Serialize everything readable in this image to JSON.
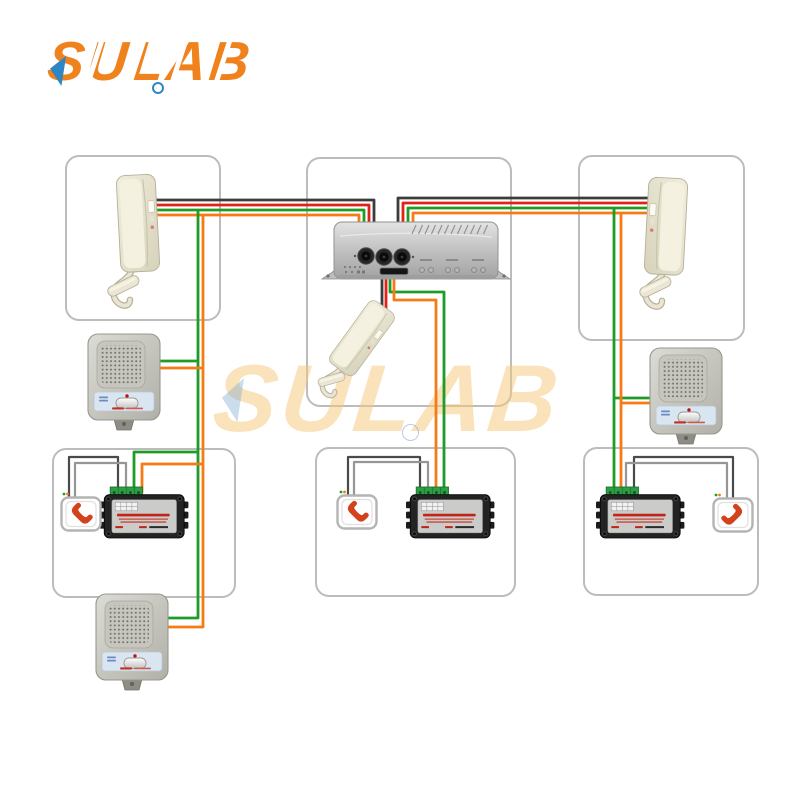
{
  "brand": {
    "logo_text": "SULAB"
  },
  "watermark": {
    "text": "SULAB"
  },
  "colors": {
    "logo-orange": "#f0821e",
    "logo-blue": "#2e86c5",
    "watermark-yellow": "rgba(246,197,118,0.5)",
    "zone-border": "#bcbcbc",
    "wire-black": "#3c3c3c",
    "wire-red": "#e02318",
    "wire-green": "#1e9c28",
    "wire-orange": "#f47b16",
    "wire-dark": "#4a4a4a",
    "wire-gray": "#969696",
    "phone-red": "#d2431c",
    "terminal-green": "#2e9e44",
    "panel-blue": "#d9e5f0"
  },
  "diagram": {
    "zones": [
      {
        "id": "top-left",
        "device": "indoor wall handset"
      },
      {
        "id": "top-center",
        "device": "central amplifier unit with handset"
      },
      {
        "id": "top-right",
        "device": "indoor wall handset"
      },
      {
        "id": "bottom-left",
        "device": "phone port with relay module"
      },
      {
        "id": "bottom-center",
        "device": "phone port with relay module"
      },
      {
        "id": "bottom-right",
        "device": "relay module with phone port"
      }
    ],
    "standalone_devices": [
      "door speaker upper left",
      "door speaker lower left",
      "door speaker right"
    ],
    "wire_colors": [
      "black",
      "red",
      "green",
      "orange"
    ]
  }
}
